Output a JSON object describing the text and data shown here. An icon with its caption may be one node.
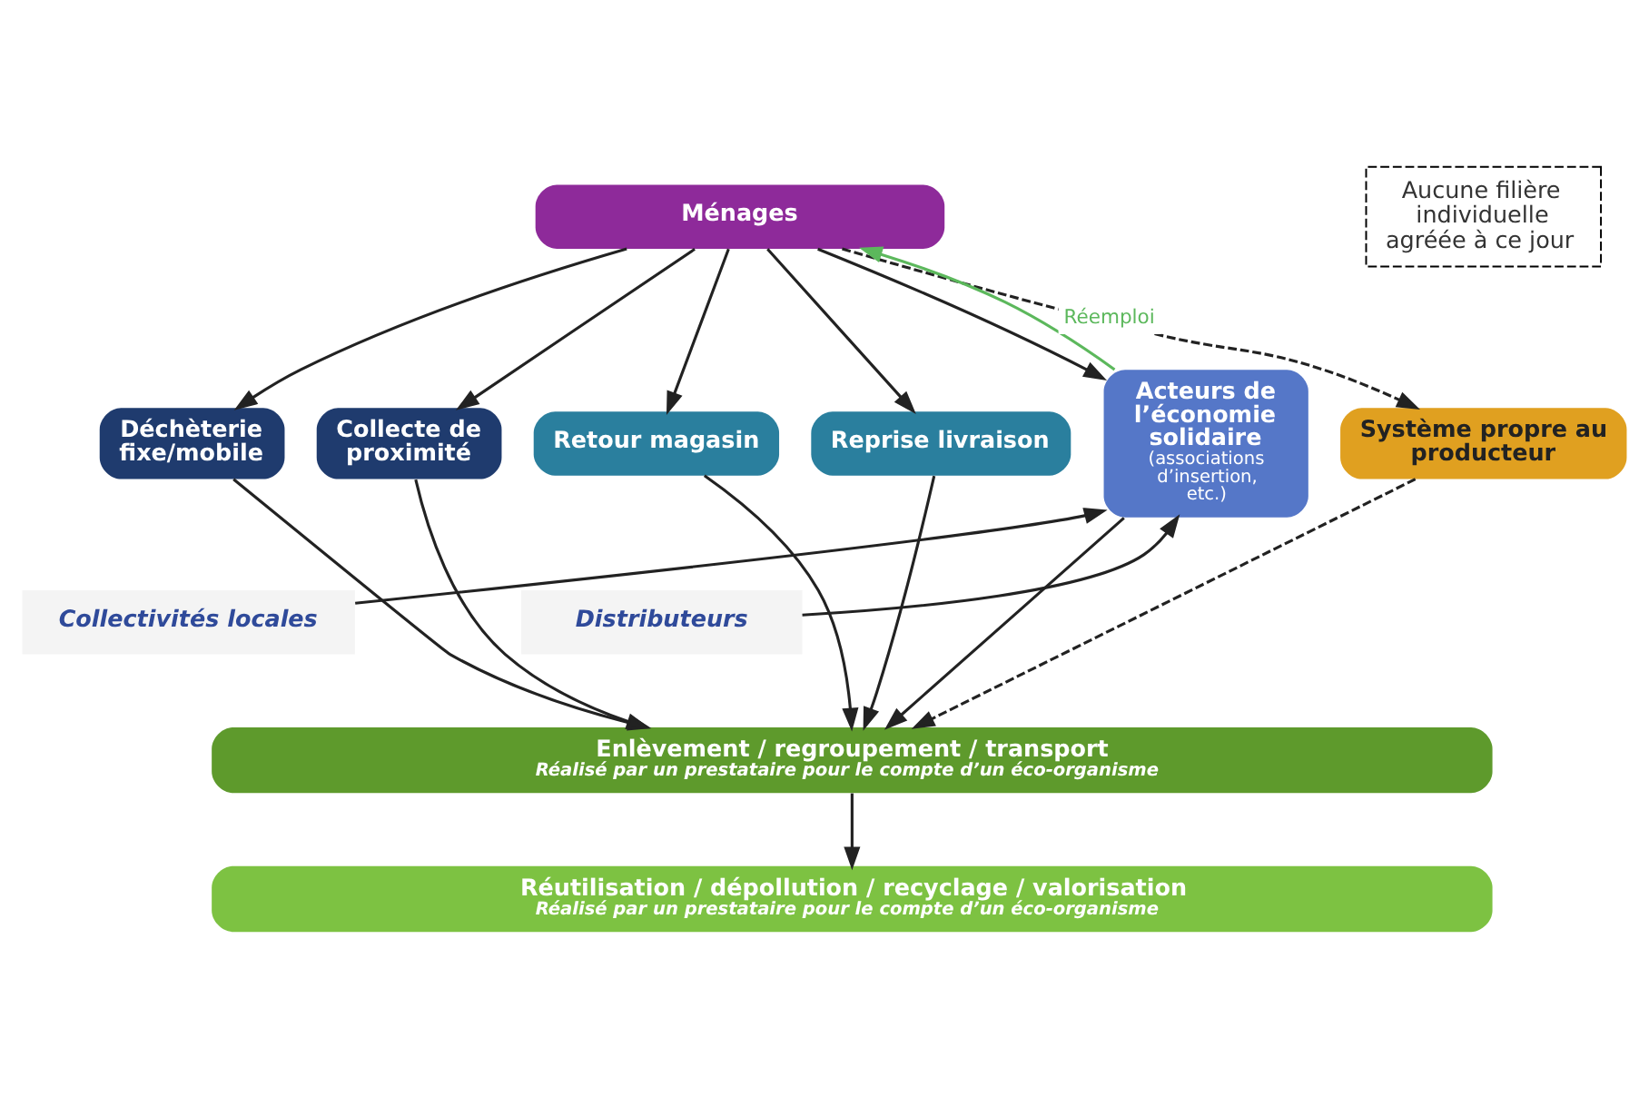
{
  "diagram": {
    "nodes": [
      {
        "text": [
          "Ménages"
        ]
      },
      {
        "text": [
          "Aucune filière individuelle agréée à ce jour"
        ]
      },
      {
        "text": [
          "Déchèterie fixe/mobile"
        ]
      },
      {
        "text": [
          "Collecte de proximité"
        ]
      },
      {
        "text": [
          "Retour magasin"
        ]
      },
      {
        "text": [
          "Reprise livraison"
        ]
      },
      {
        "text": [
          "Acteurs de l’économie solidaire",
          "(associations d’insertion, etc.)"
        ]
      },
      {
        "text": [
          "Système propre au producteur"
        ]
      },
      {
        "text": [
          "Collectivités locales"
        ]
      },
      {
        "text": [
          "Distributeurs"
        ]
      },
      {
        "text": [
          "Enlèvement / regroupement / transport",
          "Réalisé par un prestataire pour le compte d’un éco-organisme"
        ]
      },
      {
        "text": [
          "Réutilisation / dépollution / recyclage / valorisation",
          "Réalisé par un prestataire pour le compte d’un éco-organisme"
        ]
      }
    ],
    "edges": [
      {
        "from": 0,
        "to": 2,
        "arrow": "to"
      },
      {
        "from": 0,
        "to": 3,
        "arrow": "to"
      },
      {
        "from": 0,
        "to": 4,
        "arrow": "to"
      },
      {
        "from": 0,
        "to": 5,
        "arrow": "to"
      },
      {
        "from": 0,
        "to": 6,
        "arrow": "to"
      },
      {
        "from": 0,
        "to": 7,
        "arrow": "to",
        "style": "dashed"
      },
      {
        "from": 6,
        "to": 0,
        "arrow": "to",
        "label": "Réemploi",
        "color": "#5cb85c"
      },
      {
        "from": 8,
        "to": 6,
        "arrow": "to"
      },
      {
        "from": 9,
        "to": 6,
        "arrow": "to"
      },
      {
        "from": 2,
        "to": 10,
        "arrow": "to"
      },
      {
        "from": 3,
        "to": 10,
        "arrow": "to"
      },
      {
        "from": 4,
        "to": 10,
        "arrow": "to"
      },
      {
        "from": 5,
        "to": 10,
        "arrow": "to"
      },
      {
        "from": 6,
        "to": 10,
        "arrow": "to"
      },
      {
        "from": 7,
        "to": 10,
        "arrow": "to",
        "style": "dashed"
      },
      {
        "from": 10,
        "to": 11,
        "arrow": "to"
      }
    ]
  }
}
